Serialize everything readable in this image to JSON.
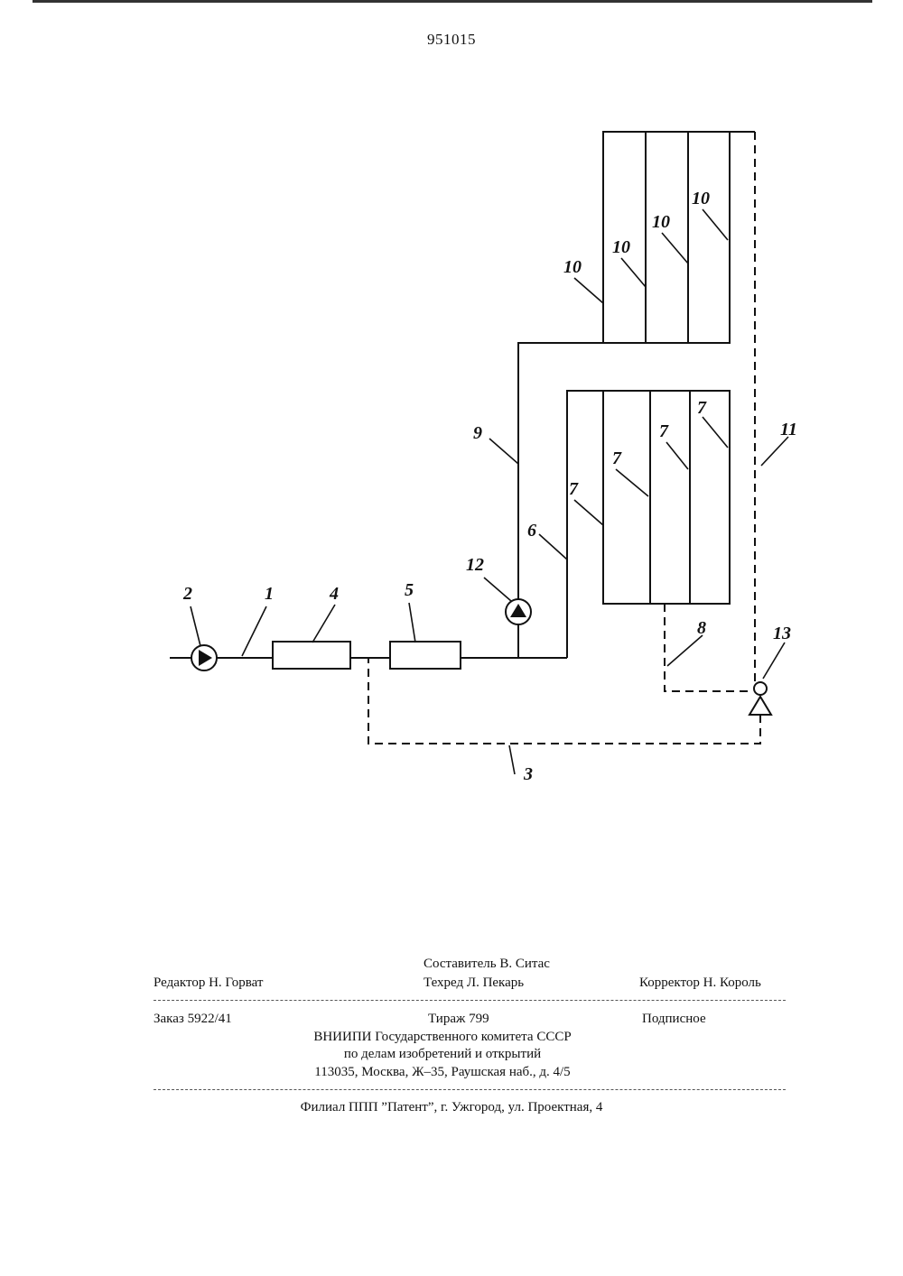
{
  "page_number": "951015",
  "diagram": {
    "labels": {
      "pump_main": "2",
      "line_1": "1",
      "unit_4": "4",
      "unit_5": "5",
      "pump_12": "12",
      "line_9": "9",
      "line_6": "6",
      "return_3": "3",
      "drain_8": "8",
      "return_11": "11",
      "valve_13": "13",
      "tube_10": [
        "10",
        "10",
        "10",
        "10"
      ],
      "tube_7": [
        "7",
        "7",
        "7",
        "7"
      ]
    }
  },
  "colophon": {
    "compiler": "Составитель В. Ситас",
    "editor": "Редактор Н. Горват",
    "techred": "Техред Л. Пекарь",
    "corrector": "Корректор Н. Король",
    "order": "Заказ 5922/41",
    "circulation": "Тираж 799",
    "subscription": "Подписное",
    "org_line1": "ВНИИПИ Государственного комитета СССР",
    "org_line2": "по делам изобретений и открытий",
    "org_line3": "113035, Москва, Ж–35, Раушская наб., д. 4/5",
    "branch": "Филиал ППП ”Патент”, г. Ужгород, ул. Проектная, 4"
  }
}
